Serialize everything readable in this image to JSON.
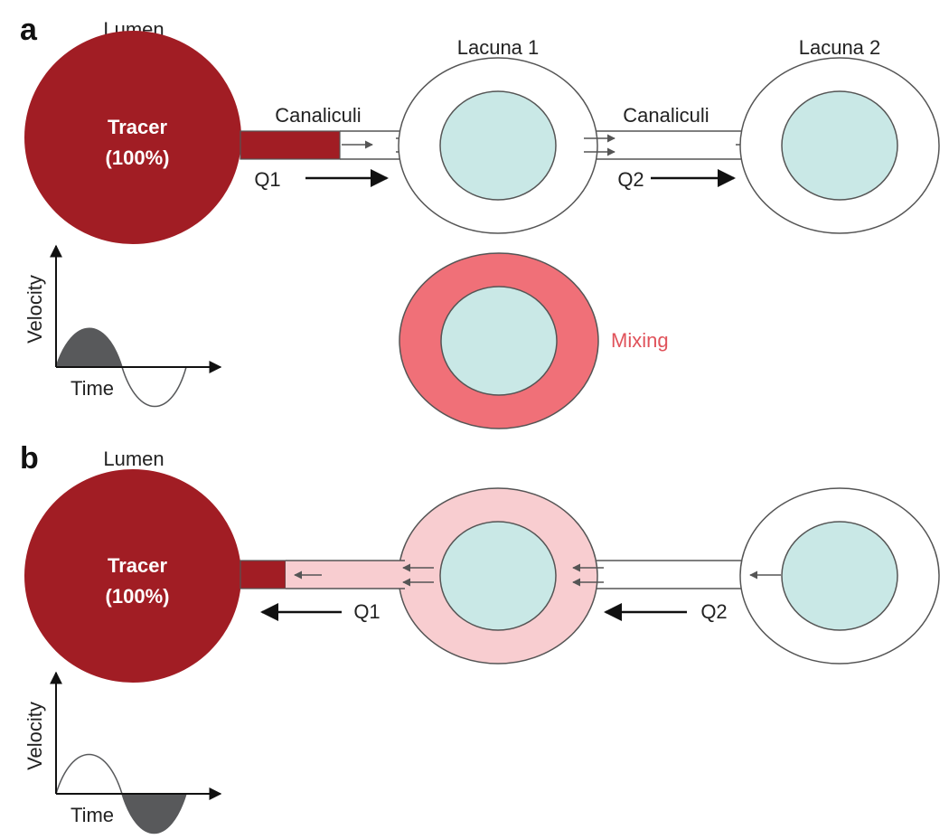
{
  "colors": {
    "tracer": "#a11d24",
    "mixing": "#f07078",
    "light_tracer": "#f8cdd0",
    "cell": "#c9e8e6",
    "outline": "#555555",
    "arrow": "#111111",
    "wave_fill": "#58595b"
  },
  "panel_a": {
    "label": "a",
    "lumen": "Lumen",
    "tracer_line1": "Tracer",
    "tracer_line2": "(100%)",
    "lacuna1": "Lacuna 1",
    "lacuna2": "Lacuna 2",
    "canaliculi1": "Canaliculi",
    "canaliculi2": "Canaliculi",
    "q1": "Q1",
    "q2": "Q2",
    "mixing": "Mixing",
    "velocity": "Velocity",
    "time": "Time"
  },
  "panel_b": {
    "label": "b",
    "lumen": "Lumen",
    "tracer_line1": "Tracer",
    "tracer_line2": "(100%)",
    "q1": "Q1",
    "q2": "Q2",
    "velocity": "Velocity",
    "time": "Time"
  }
}
